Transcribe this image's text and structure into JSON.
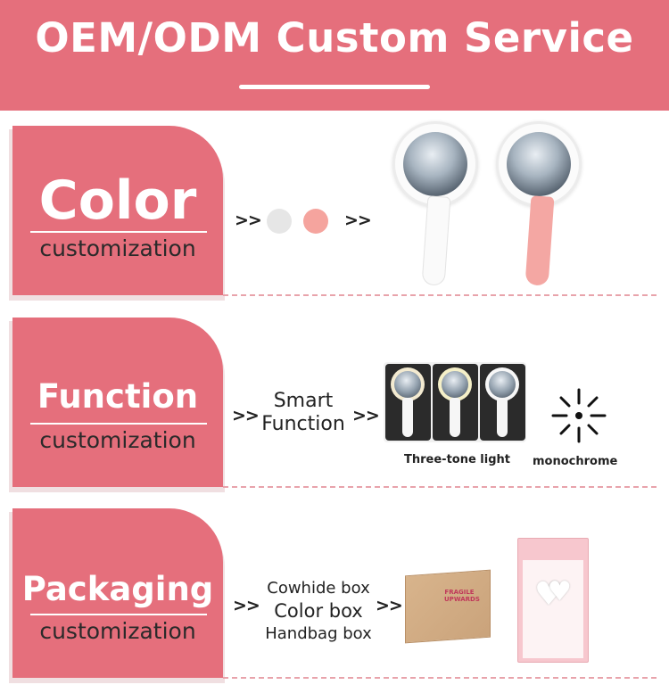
{
  "header": {
    "title": "OEM/ODM Custom Service"
  },
  "sections": [
    {
      "title": "Color",
      "subtitle": "customization"
    },
    {
      "title": "Function",
      "subtitle": "customization"
    },
    {
      "title": "Packaging",
      "subtitle": "customization"
    }
  ],
  "arrows": ">>",
  "color_section": {
    "swatches": [
      "#e6e6e6",
      "#f5a49e"
    ],
    "mirror_colors": [
      "#ffffff",
      "#f4a7a3"
    ]
  },
  "function_section": {
    "line1": "Smart",
    "line2": "Function",
    "caption_left": "Three-tone light",
    "caption_right": "monochrome",
    "icon": "light-burst-icon"
  },
  "packaging_section": {
    "options": [
      "Cowhide box",
      "Color box",
      "Handbag box"
    ],
    "box_label": "FRAGILE UPWARDS"
  },
  "colors": {
    "accent": "#e56f7c",
    "divider": "#e8a3ab"
  }
}
